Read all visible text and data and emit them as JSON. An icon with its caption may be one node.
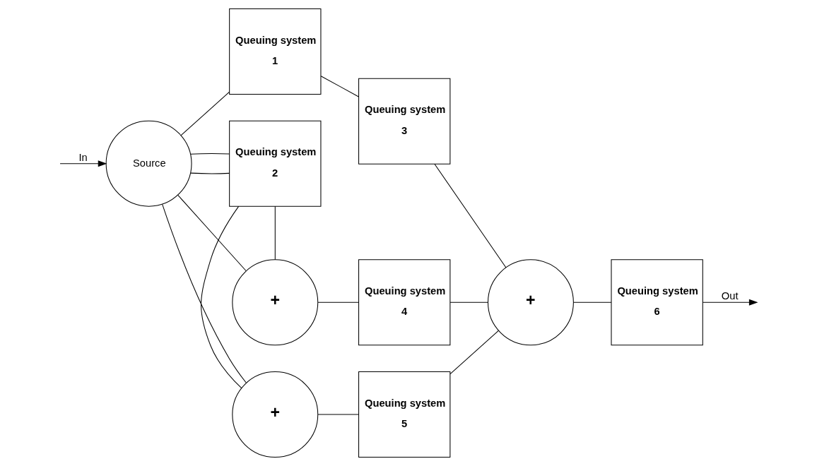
{
  "diagram": {
    "nodes": [
      {
        "text": [
          "Source"
        ]
      },
      {
        "text": [
          "Queuing system",
          "1"
        ]
      },
      {
        "text": [
          "Queuing system",
          "2"
        ]
      },
      {
        "text": [
          "Queuing system",
          "3"
        ]
      },
      {
        "text": [
          "Queuing system",
          "4"
        ]
      },
      {
        "text": [
          "Queuing system",
          "5"
        ]
      },
      {
        "text": [
          "Queuing system",
          "6"
        ]
      },
      {
        "text": [
          "+"
        ]
      },
      {
        "text": [
          "+"
        ]
      },
      {
        "text": [
          "+"
        ]
      }
    ],
    "edges": [
      {
        "from": null,
        "to": 0,
        "arrow": "to",
        "label": "In"
      },
      {
        "from": 0,
        "to": 1,
        "arrow": "none"
      },
      {
        "from": 0,
        "to": 7,
        "arrow": "none"
      },
      {
        "from": 0,
        "to": 2,
        "arrow": "none"
      },
      {
        "from": 0,
        "to": 2,
        "arrow": "none"
      },
      {
        "from": 0,
        "to": 8,
        "arrow": "none"
      },
      {
        "from": 2,
        "to": 7,
        "arrow": "none"
      },
      {
        "from": 2,
        "to": 8,
        "arrow": "none"
      },
      {
        "from": 1,
        "to": 3,
        "arrow": "none"
      },
      {
        "from": 7,
        "to": 4,
        "arrow": "none"
      },
      {
        "from": 8,
        "to": 5,
        "arrow": "none"
      },
      {
        "from": 3,
        "to": 9,
        "arrow": "none"
      },
      {
        "from": 4,
        "to": 9,
        "arrow": "none"
      },
      {
        "from": 5,
        "to": 9,
        "arrow": "none"
      },
      {
        "from": 9,
        "to": 6,
        "arrow": "none"
      },
      {
        "from": 6,
        "to": null,
        "arrow": "to",
        "label": "Out"
      }
    ]
  }
}
